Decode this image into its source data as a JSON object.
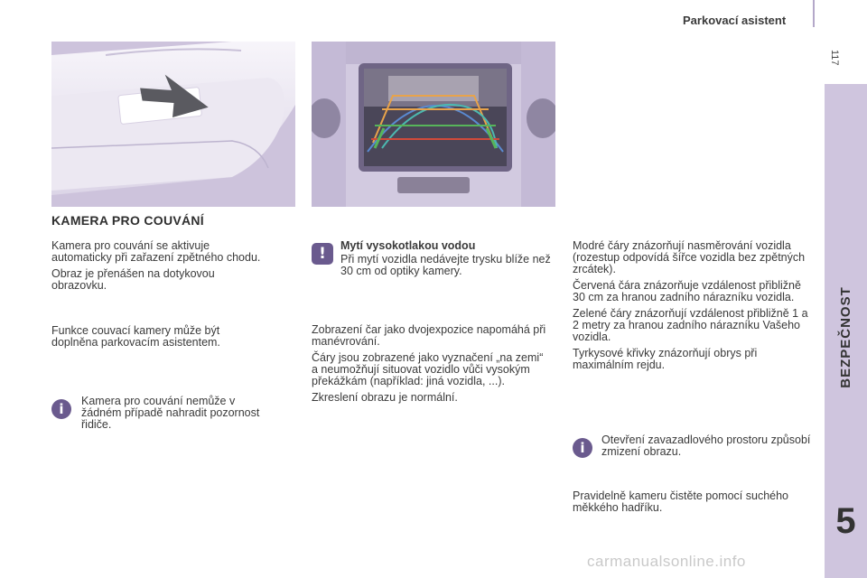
{
  "header": {
    "title": "Parkovací asistent",
    "page_number": "117"
  },
  "side_tab": {
    "label": "BEZPEČNOST",
    "chapter": "5"
  },
  "section_title": "KAMERA PRO COUVÁNÍ",
  "col1": {
    "p1": "Kamera pro couvání se aktivuje automaticky při zařazení zpětného chodu.",
    "p2": "Obraz je přenášen na dotykovou obrazovku.",
    "p3": "Funkce couvací kamery může být doplněna parkovacím asistentem.",
    "info": "Kamera pro couvání nemůže v žádném případě nahradit pozornost řidiče."
  },
  "col2": {
    "warning_title": "Mytí vysokotlakou vodou",
    "warning_text": "Při mytí vozidla nedávejte trysku blíže než 30 cm od optiky kamery.",
    "p1": "Zobrazení čar jako dvojexpozice napomáhá při manévrování.",
    "p2": "Čáry jsou zobrazené jako vyznačení „na zemi“ a neumožňují situovat vozidlo vůči vysokým překážkám (například: jiná vozidla, ...).",
    "p3": "Zkreslení obrazu je normální."
  },
  "col3": {
    "p1": "Modré čáry znázorňují nasměrování vozidla (rozestup odpovídá šířce vozidla bez zpětných zrcátek).",
    "p2": "Červená čára znázorňuje vzdálenost přibližně 30 cm za hranou zadního nárazníku vozidla.",
    "p3": "Zelené čáry znázorňují vzdálenost přibližně 1 a 2 metry za hranou zadního nárazníku Vašeho vozidla.",
    "p4": "Tyrkysové křivky znázorňují obrys při maximálním rejdu.",
    "info": "Otevření zavazadlového prostoru způsobí zmizení obrazu.",
    "p5": "Pravidelně kameru čistěte pomocí suchého měkkého hadříku."
  },
  "watermark": "carmanualsonline.info",
  "icons": {
    "info": "i",
    "warning": "!"
  },
  "colors": {
    "accent": "#6a5a8e",
    "tab": "#cfc5de"
  }
}
